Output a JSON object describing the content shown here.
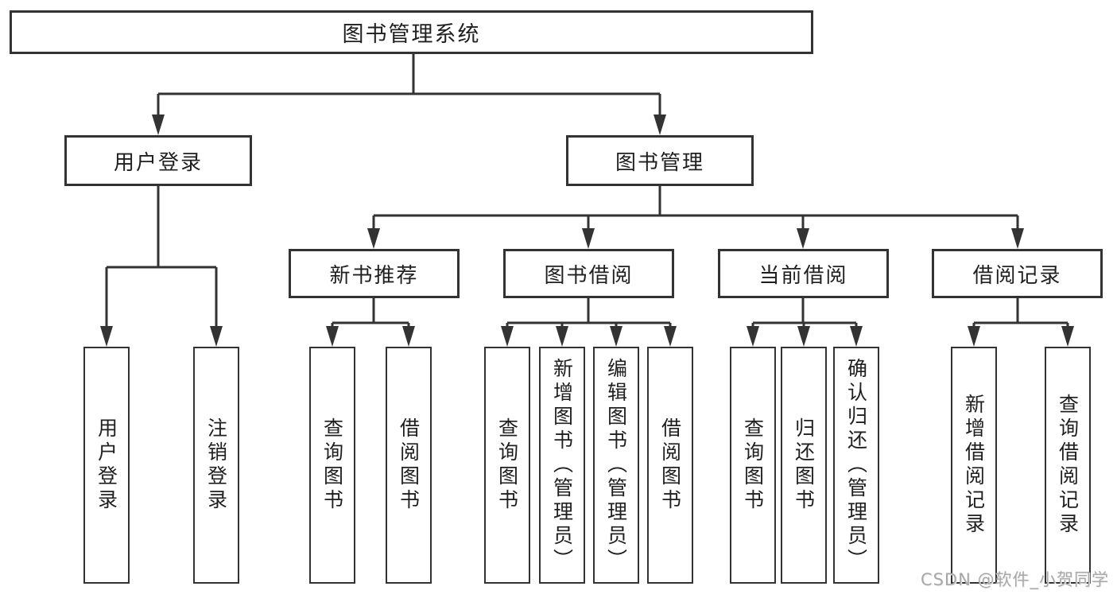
{
  "diagram": {
    "type": "hierarchy-tree",
    "watermark": "CSDN @软件_小贺同学",
    "colors": {
      "line": "#333333",
      "box_border": "#333333",
      "box_fill": "#ffffff",
      "text": "#1f1f1f",
      "watermark": "#a8a8a8",
      "background": "#ffffff"
    }
  },
  "tree": {
    "label": "图书管理系统",
    "children": [
      {
        "label": "用户登录",
        "children": [
          {
            "label": "用户登录"
          },
          {
            "label": "注销登录"
          }
        ]
      },
      {
        "label": "图书管理",
        "children": [
          {
            "label": "新书推荐",
            "children": [
              {
                "label": "查询图书"
              },
              {
                "label": "借阅图书"
              }
            ]
          },
          {
            "label": "图书借阅",
            "children": [
              {
                "label": "查询图书"
              },
              {
                "label": "新增图书（管理员）"
              },
              {
                "label": "编辑图书（管理员）"
              },
              {
                "label": "借阅图书"
              }
            ]
          },
          {
            "label": "当前借阅",
            "children": [
              {
                "label": "查询图书"
              },
              {
                "label": "归还图书"
              },
              {
                "label": "确认归还（管理员）"
              }
            ]
          },
          {
            "label": "借阅记录",
            "children": [
              {
                "label": "新增借阅记录"
              },
              {
                "label": "查询借阅记录"
              }
            ]
          }
        ]
      }
    ]
  }
}
